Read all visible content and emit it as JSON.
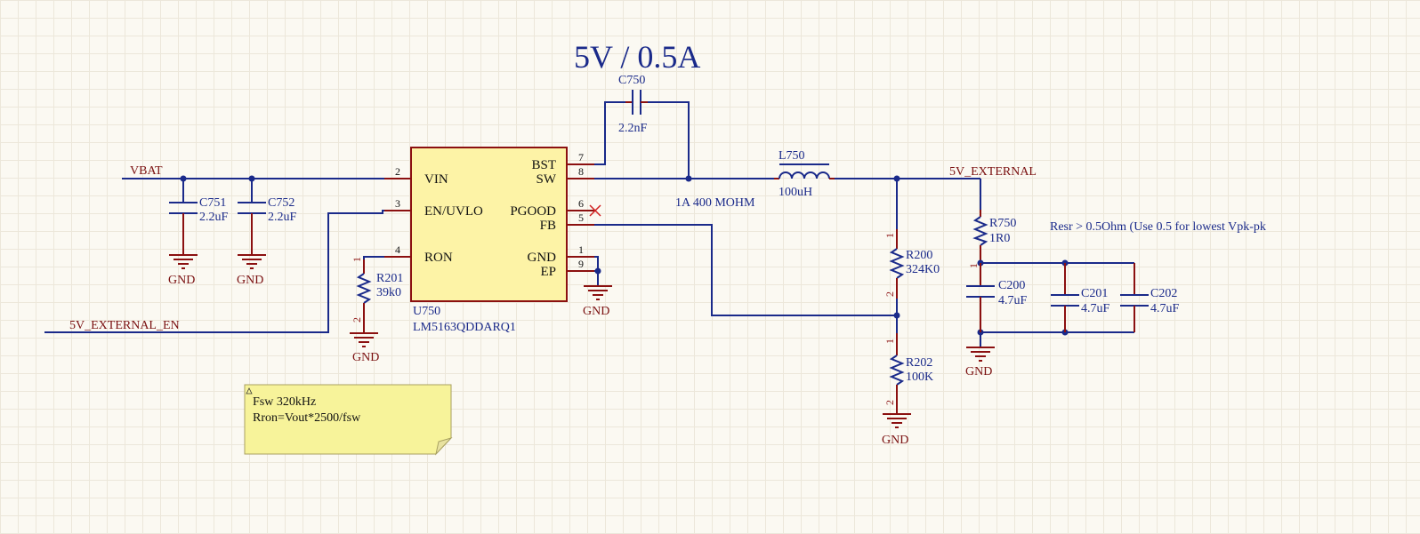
{
  "title": "5V / 0.5A",
  "nets": {
    "vbat": "VBAT",
    "en": "5V_EXTERNAL_EN",
    "out": "5V_EXTERNAL",
    "gnd": "GND"
  },
  "ic": {
    "designator": "U750",
    "part": "LM5163QDDARQ1",
    "pins": [
      {
        "name": "VIN",
        "num": "2"
      },
      {
        "name": "EN/UVLO",
        "num": "3"
      },
      {
        "name": "RON",
        "num": "4"
      },
      {
        "name": "BST",
        "num": "7"
      },
      {
        "name": "SW",
        "num": "8"
      },
      {
        "name": "PGOOD",
        "num": "6"
      },
      {
        "name": "FB",
        "num": "5"
      },
      {
        "name": "GND",
        "num": "1"
      },
      {
        "name": "EP",
        "num": "9"
      }
    ]
  },
  "components": {
    "c750": {
      "des": "C750",
      "val": "2.2nF"
    },
    "c751": {
      "des": "C751",
      "val": "2.2uF"
    },
    "c752": {
      "des": "C752",
      "val": "2.2uF"
    },
    "r201": {
      "des": "R201",
      "val": "39k0"
    },
    "l750": {
      "des": "L750",
      "val": "100uH"
    },
    "r200": {
      "des": "R200",
      "val": "324K0"
    },
    "r202": {
      "des": "R202",
      "val": "100K"
    },
    "r750": {
      "des": "R750",
      "val": "1R0"
    },
    "c200": {
      "des": "C200",
      "val": "4.7uF"
    },
    "c201": {
      "des": "C201",
      "val": "4.7uF"
    },
    "c202": {
      "des": "C202",
      "val": "4.7uF"
    }
  },
  "resistor_pin_numbers": {
    "pin1": "1",
    "pin2": "2"
  },
  "annotations": {
    "inductor_rating": "1A 400 MOHM",
    "esr_note": "Resr > 0.5Ohm (Use 0.5 for lowest Vpk-pk"
  },
  "note": {
    "line1": "Fsw 320kHz",
    "line2": "Rron=Vout*2500/fsw"
  }
}
